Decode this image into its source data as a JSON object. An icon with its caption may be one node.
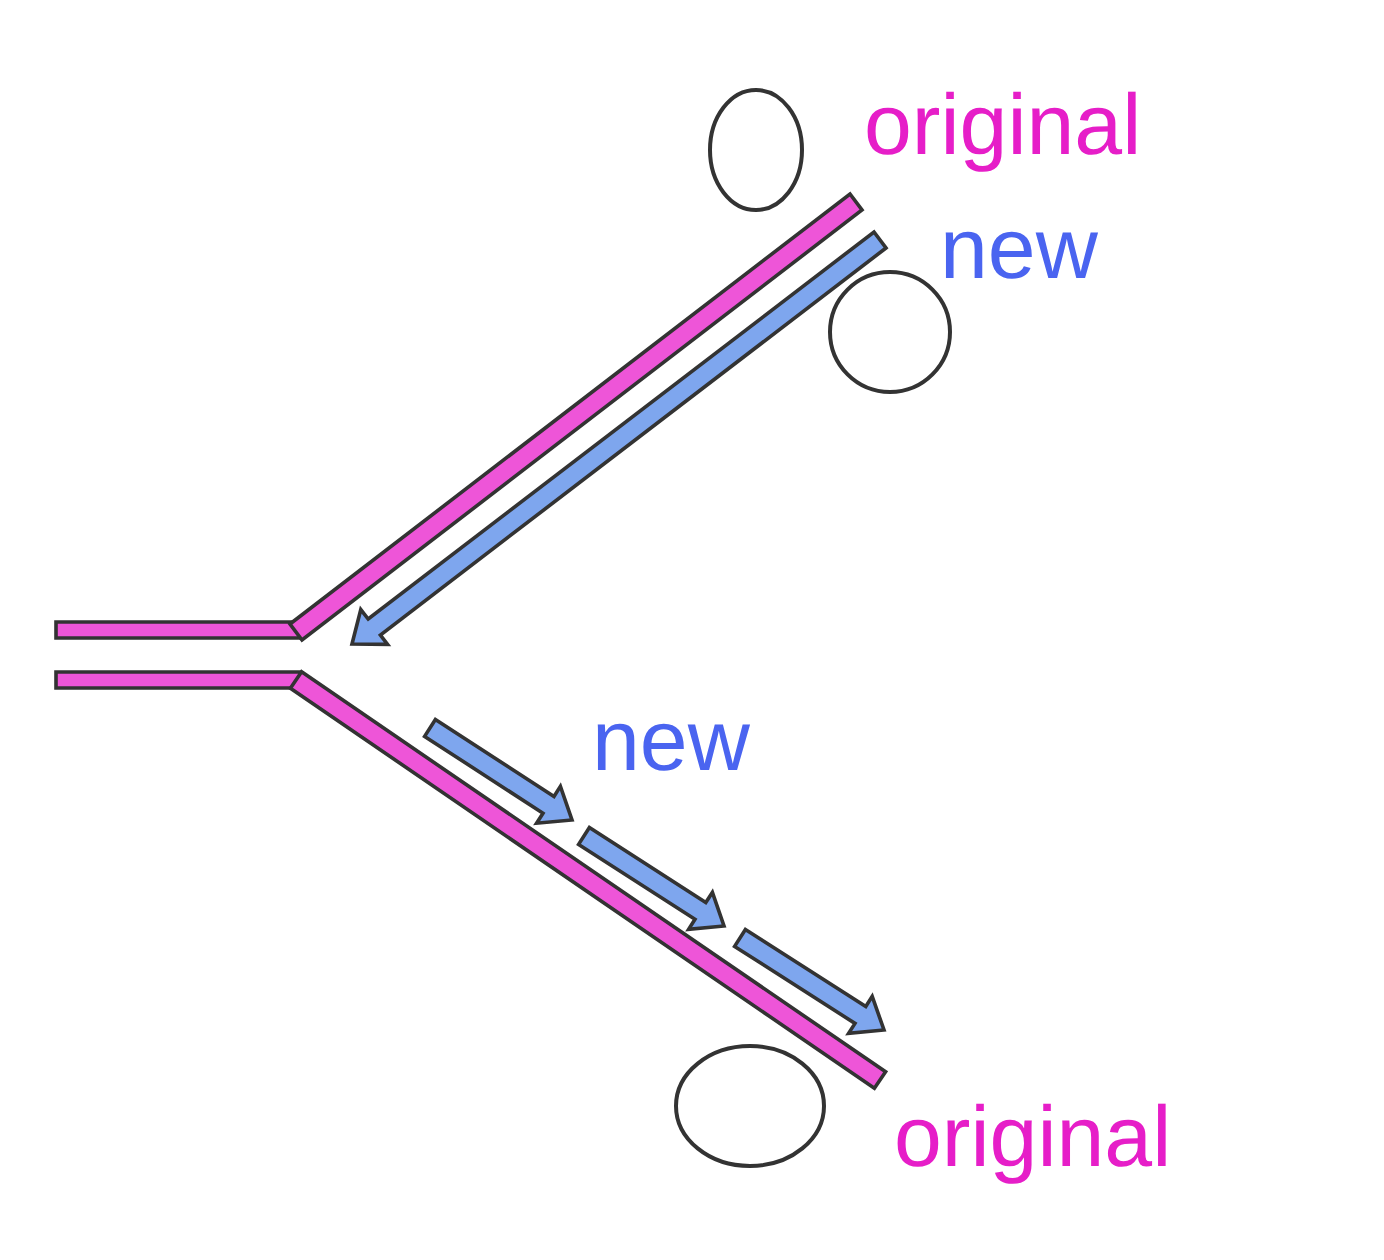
{
  "diagram": {
    "labels": [
      "original",
      "new",
      "new",
      "original"
    ]
  }
}
